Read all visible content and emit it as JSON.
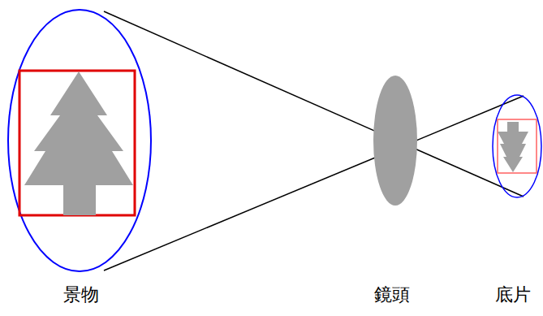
{
  "diagram": {
    "labels": [
      "景物",
      "鏡頭",
      "底片"
    ]
  }
}
